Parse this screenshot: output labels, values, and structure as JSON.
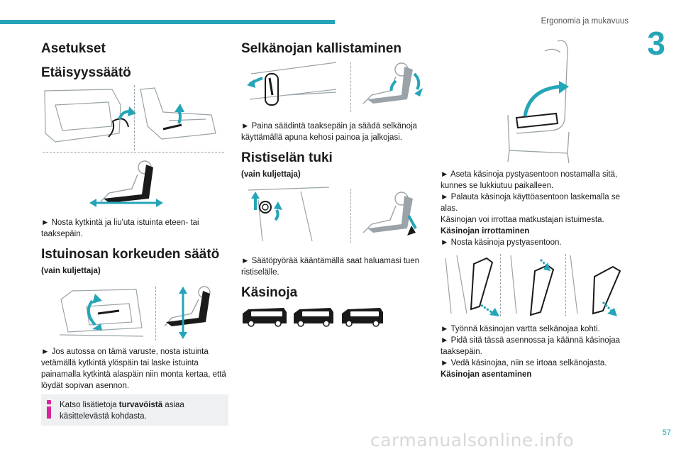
{
  "header": {
    "section_title": "Ergonomia ja mukavuus",
    "chapter_number": "3"
  },
  "col1": {
    "title": "Asetukset",
    "distance": {
      "title": "Etäisyyssäätö",
      "text": "► Nosta kytkintä ja liu'uta istuinta eteen- tai taaksepäin."
    },
    "height": {
      "title": "Istuinosan korkeuden säätö",
      "note": "(vain kuljettaja)",
      "text": "► Jos autossa on tämä varuste, nosta istuinta vetämällä kytkintä ylöspäin tai laske istuinta painamalla kytkintä alaspäin niin monta kertaa, että löydät sopivan asennon."
    },
    "info": {
      "prefix": "Katso lisätietoja ",
      "bold": "turvavöistä",
      "suffix": " asiaa käsittelevästä kohdasta."
    }
  },
  "col2": {
    "recline": {
      "title": "Selkänojan kallistaminen",
      "text": "► Paina säädintä taaksepäin ja säädä selkänoja käyttämällä apuna kehosi painoa ja jalkojasi."
    },
    "lumbar": {
      "title": "Ristiselän tuki",
      "note": "(vain kuljettaja)",
      "text": "► Säätöpyörää kääntämällä saat haluamasi tuen ristiselälle."
    },
    "armrest": {
      "title": "Käsinoja"
    }
  },
  "col3": {
    "lines1": [
      "► Aseta käsinoja pystyasentoon nostamalla sitä, kunnes se lukkiutuu paikalleen.",
      "► Palauta käsinoja käyttöasentoon laskemalla se alas.",
      "Käsinojan voi irrottaa matkustajan istuimesta."
    ],
    "remove_title": "Käsinojan irrottaminen",
    "remove_step": "► Nosta käsinoja pystyasentoon.",
    "lines2": [
      "► Työnnä käsinojan vartta selkänojaa kohti.",
      "► Pidä sitä tässä asennossa ja käännä käsinojaa taaksepäin.",
      "► Vedä käsinojaa, niin se irtoaa selkänojasta."
    ],
    "install_title": "Käsinojan asentaminen"
  },
  "footer": {
    "page_number": "57",
    "watermark": "carmanualsonline.info"
  },
  "colors": {
    "accent": "#25a5b8",
    "info_icon": "#d6249f",
    "figure_line": "#9aa3a8"
  }
}
